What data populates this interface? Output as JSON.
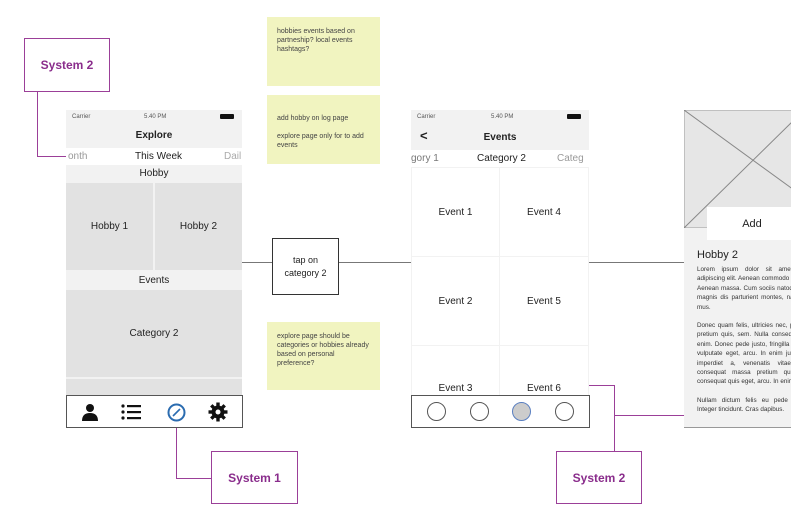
{
  "notes": [
    {
      "text": "hobbies events based on partneship? local events hashtags?"
    },
    {
      "text": "add hobby on log page",
      "text2": "explore page only for to add events"
    },
    {
      "text": "explore page should be categories or hobbies already based on personal preference?"
    }
  ],
  "labels": {
    "system2_top": "System 2",
    "system1": "System 1",
    "system2_bottom": "System 2",
    "tap_box": "tap on category 2"
  },
  "explore": {
    "carrier": "Carrier",
    "time": "5.40 PM",
    "title": "Explore",
    "tabs": [
      "onth",
      "This Week",
      "Dail"
    ],
    "hobby_header": "Hobby",
    "hobbies": [
      "Hobby 1",
      "Hobby 2"
    ],
    "events_header": "Events",
    "category": "Category 2",
    "tabbar": [
      "profile-icon",
      "list-icon",
      "compass-icon",
      "gear-icon"
    ],
    "active_color": "#2b6cb0"
  },
  "events": {
    "carrier": "Carrier",
    "time": "5.40 PM",
    "title": "Events",
    "back": "<",
    "tabs": [
      "gory 1",
      "Category 2",
      "Categ"
    ],
    "items": [
      "Event 1",
      "Event 4",
      "Event 2",
      "Event 5",
      "Event 3",
      "Event 6"
    ],
    "selected_dot": 3
  },
  "detail": {
    "add": "Add",
    "title": "Hobby 2",
    "p1": "Lorem ipsum dolor sit amet, consectetuer adipiscing elit. Aenean commodo ligula eget dolor. Aenean massa. Cum sociis natoque penatibus et magnis dis parturient montes, nascetur ridiculus mus.",
    "p2": "Donec quam felis, ultricies nec, pellentesque eu, pretium quis, sem. Nulla consequat massa quis enim. Donec pede justo, fringilla vel, aliquet nec, vulputate eget, arcu. In enim justo, rhoncus ut, imperdiet a, venenatis vitae, justo. Nulla consequat massa pretium quis, sem. Nulla consequat quis eget, arcu. In enim justo imperdiet a, venenatis vitae, justo.",
    "p3": "Nullam dictum felis eu pede mollis pretium. Integer tincidunt. Cras dapibus."
  }
}
